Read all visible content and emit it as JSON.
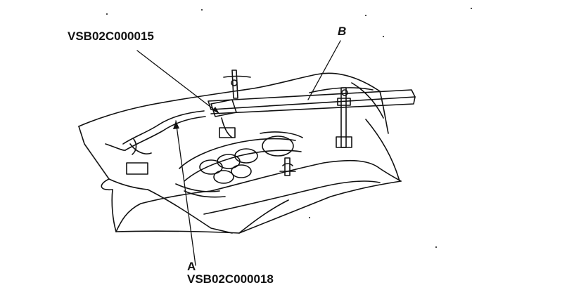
{
  "callouts": {
    "tool_top": {
      "part_number": "VSB02C000015"
    },
    "tool_a": {
      "letter": "A",
      "part_number": "VSB02C000018"
    },
    "tool_b": {
      "letter": "B"
    }
  },
  "colors": {
    "ink": "#111111",
    "background": "#ffffff"
  }
}
